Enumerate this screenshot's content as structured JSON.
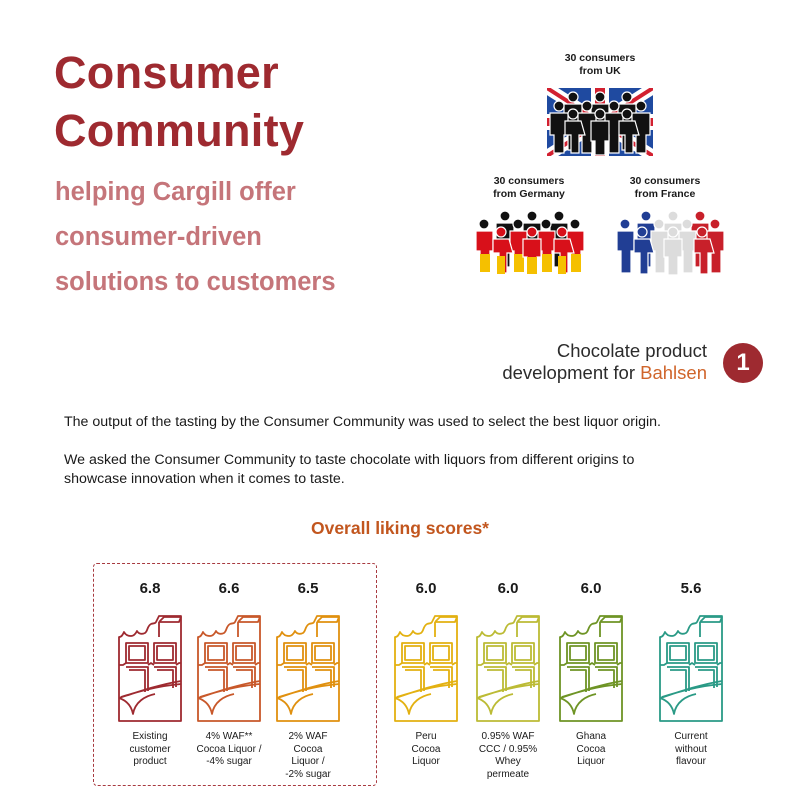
{
  "header": {
    "title_line1": "Consumer",
    "title_line2": "Community",
    "subtitle_line1": "helping Cargill offer",
    "subtitle_line2": "consumer-driven",
    "subtitle_line3": "solutions to customers"
  },
  "consumer_groups": [
    {
      "line1": "30 consumers",
      "line2": "from UK",
      "icon": "uk-flag-people-icon",
      "count": 30
    },
    {
      "line1": "30 consumers",
      "line2": "from Germany",
      "icon": "germany-flag-people-icon",
      "count": 30
    },
    {
      "line1": "30 consumers",
      "line2": "from France",
      "icon": "france-flag-people-icon",
      "count": 30
    }
  ],
  "product": {
    "line1": "Chocolate product",
    "line2_prefix": "development for ",
    "brand": "Bahlsen",
    "step_number": "1"
  },
  "body": {
    "paragraph1": "The output of the tasting by the Consumer Community was used to select the best liquor origin.",
    "paragraph2_line1": "We asked the Consumer Community to taste chocolate with liquors from different origins to",
    "paragraph2_line2": "showcase innovation when it comes to taste."
  },
  "colors": {
    "title": "#9e2a30",
    "subtitle": "#c5757a",
    "brand": "#d0652b",
    "chart_title": "#c2561e",
    "highlight_border": "#a83a40"
  },
  "chart_data": {
    "type": "bar",
    "title": "Overall liking scores*",
    "xlabel": "",
    "ylabel": "Overall liking score",
    "categories": [
      "Existing customer product",
      "4% WAF** Cocoa Liquor / -4% sugar",
      "2% WAF Cocoa Liquor / -2% sugar",
      "Peru Cocoa Liquor",
      "0.95% WAF CCC / 0.95% Whey permeate",
      "Ghana Cocoa Liquor",
      "Current without flavour"
    ],
    "values": [
      6.8,
      6.6,
      6.5,
      6.0,
      6.0,
      6.0,
      5.6
    ],
    "value_labels": [
      "6.8",
      "6.6",
      "6.5",
      "6.0",
      "6.0",
      "6.0",
      "5.6"
    ],
    "label_lines": [
      [
        "Existing",
        "customer",
        "product"
      ],
      [
        "4% WAF**",
        "Cocoa Liquor /",
        "-4% sugar"
      ],
      [
        "2% WAF",
        "Cocoa",
        "Liquor /",
        "-2% sugar"
      ],
      [
        "Peru",
        "Cocoa",
        "Liquor"
      ],
      [
        "0.95% WAF",
        "CCC / 0.95%",
        "Whey",
        "permeate"
      ],
      [
        "Ghana",
        "Cocoa",
        "Liquor"
      ],
      [
        "Current",
        "without",
        "flavour"
      ]
    ],
    "bar_colors": [
      "#9e2a30",
      "#c8582a",
      "#e0900f",
      "#e3b111",
      "#bcbb35",
      "#6e9425",
      "#2a9a86"
    ],
    "highlighted_group": [
      0,
      1,
      2
    ],
    "icon": "chocolate-bar-icon",
    "grid": false,
    "legend": null
  }
}
